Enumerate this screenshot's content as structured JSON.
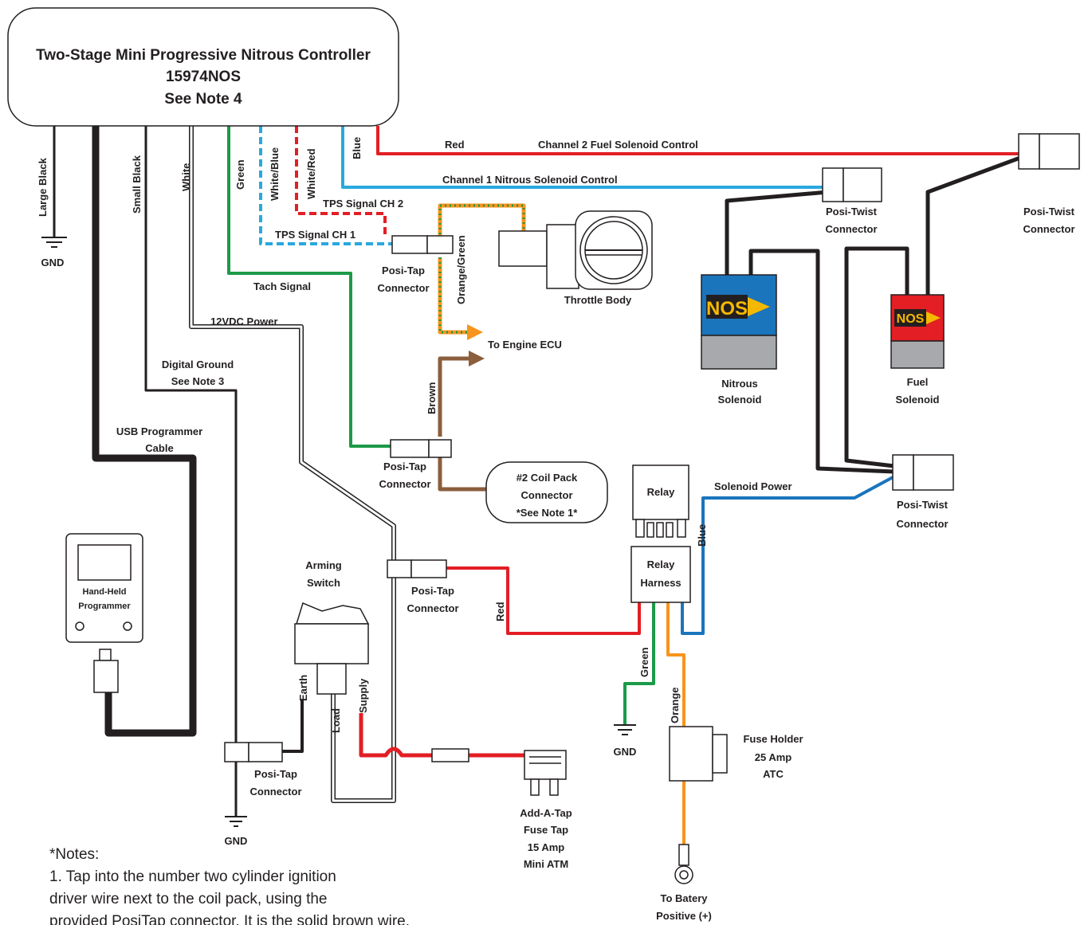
{
  "controller": {
    "title": "Two-Stage Mini Progressive Nitrous Controller",
    "part_number": "15974NOS",
    "note": "See Note 4"
  },
  "wires": {
    "large_black": "Large Black",
    "small_black": "Small Black",
    "white": "White",
    "green": "Green",
    "white_blue": "White/Blue",
    "white_red": "White/Red",
    "blue": "Blue",
    "red": "Red",
    "orange_green": "Orange/Green",
    "brown": "Brown",
    "relay_red": "Red",
    "relay_blue": "Blue",
    "relay_green": "Green",
    "relay_orange": "Orange"
  },
  "signals": {
    "channel2_fuel": "Channel 2 Fuel Solenoid Control",
    "channel1_nitrous": "Channel 1 Nitrous Solenoid Control",
    "tps_ch2": "TPS Signal CH 2",
    "tps_ch1": "TPS Signal CH 1",
    "tach": "Tach Signal",
    "power_12v": "12VDC Power",
    "digital_ground_1": "Digital Ground",
    "digital_ground_2": "See Note 3",
    "usb_1": "USB Programmer",
    "usb_2": "Cable",
    "solenoid_power": "Solenoid Power",
    "to_ecu": "To Engine ECU"
  },
  "components": {
    "gnd": "GND",
    "posi_tap_1": "Posi-Tap",
    "posi_tap_2": "Connector",
    "posi_twist_1": "Posi-Twist",
    "posi_twist_2": "Connector",
    "throttle_body": "Throttle Body",
    "coil_pack_1": "#2 Coil Pack",
    "coil_pack_2": "Connector",
    "coil_pack_3": "*See Note 1*",
    "nitrous_solenoid_1": "Nitrous",
    "nitrous_solenoid_2": "Solenoid",
    "fuel_solenoid_1": "Fuel",
    "fuel_solenoid_2": "Solenoid",
    "nos_logo": "NOS",
    "relay": "Relay",
    "relay_harness_1": "Relay",
    "relay_harness_2": "Harness",
    "arming_switch_1": "Arming",
    "arming_switch_2": "Switch",
    "earth": "Earth",
    "load": "Load",
    "supply": "Supply",
    "handheld_1": "Hand-Held",
    "handheld_2": "Programmer",
    "add_a_tap_1": "Add-A-Tap",
    "add_a_tap_2": "Fuse Tap",
    "add_a_tap_3": "15 Amp",
    "add_a_tap_4": "Mini ATM",
    "fuse_holder_1": "Fuse Holder",
    "fuse_holder_2": "25 Amp",
    "fuse_holder_3": "ATC",
    "battery_1": "To Batery",
    "battery_2": "Positive (+)"
  },
  "notes": {
    "heading": "*Notes:",
    "line1": "1. Tap into the number two cylinder ignition",
    "line2": "driver wire next to the coil pack, using the",
    "line3": "provided PosiTap connector. It is the solid brown wire."
  },
  "colors": {
    "black": "#231f20",
    "red": "#e31e24",
    "light_blue": "#29a8e0",
    "blue": "#1b75bc",
    "green": "#1c9a48",
    "orange": "#f7941d",
    "brown": "#8b5e3c",
    "nos_blue": "#1b75bc",
    "nos_red": "#e31e24",
    "nos_gold": "#f5b800",
    "gray": "#a7a9ac"
  }
}
